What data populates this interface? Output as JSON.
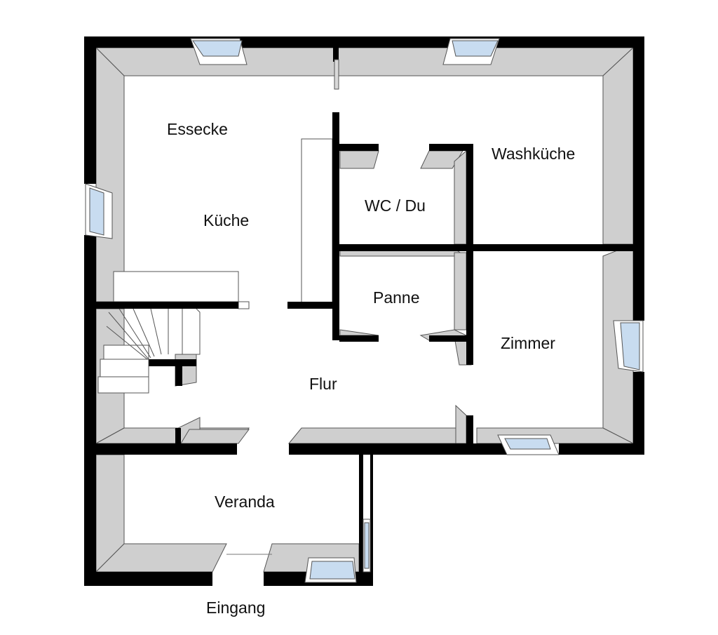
{
  "floor_plan": {
    "rooms": {
      "essecke": "Essecke",
      "kueche": "Küche",
      "wc_du": "WC / Du",
      "washkueche": "Washküche",
      "panne": "Panne",
      "zimmer": "Zimmer",
      "flur": "Flur",
      "veranda": "Veranda"
    },
    "entrance": "Eingang"
  },
  "colors": {
    "wall": "#000000",
    "wall_shade": "#cfcfcf",
    "window_glass": "#c8dcf0",
    "floor": "#ffffff"
  }
}
